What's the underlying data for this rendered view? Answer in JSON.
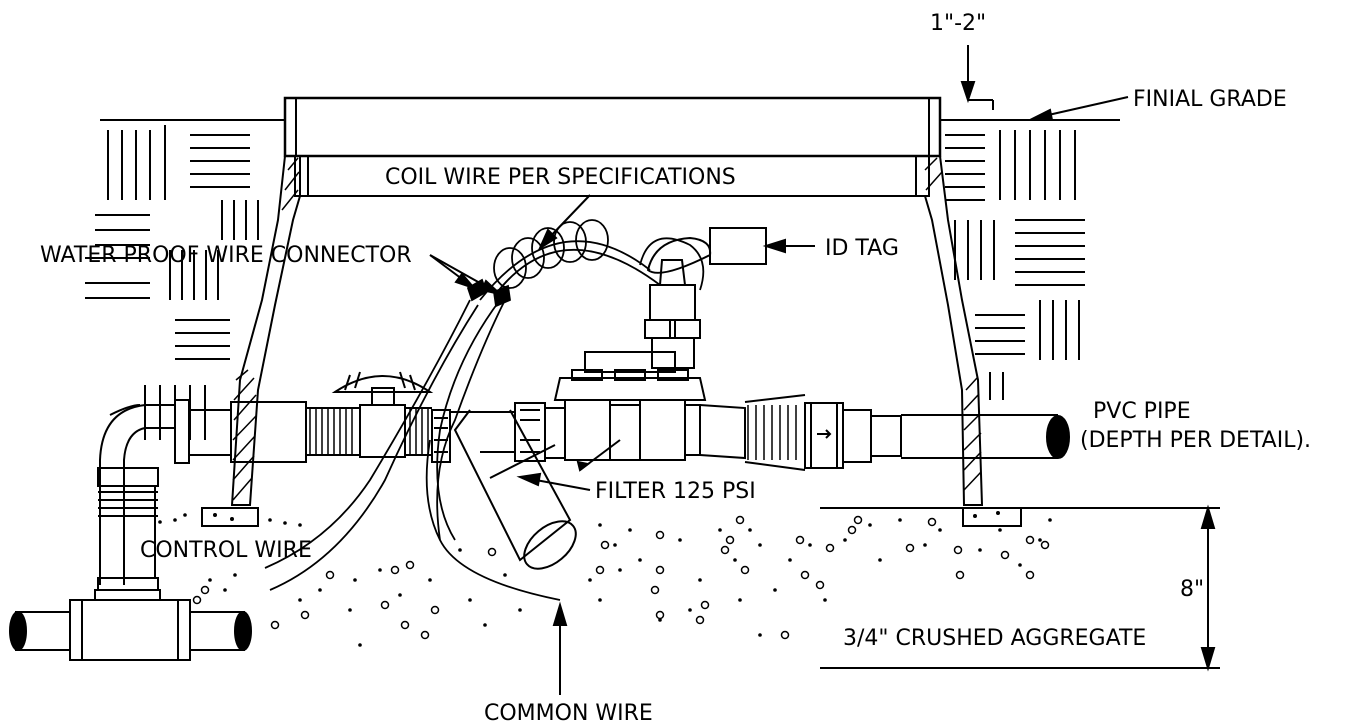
{
  "labels": {
    "dimension": "1\"-2\"",
    "finish_grade": "FINIAL GRADE",
    "coil_wire": "COIL WIRE PER SPECIFICATIONS",
    "connector": "WATER PROOF WIRE CONNECTOR",
    "id_tag": "ID TAG",
    "pvc_pipe_1": "PVC PIPE",
    "pvc_pipe_2": "(DEPTH PER DETAIL).",
    "filter": "FILTER 125 PSI",
    "control_wire": "CONTROL WIRE",
    "depth": "8\"",
    "aggregate": "3/4\" CRUSHED AGGREGATE",
    "common_wire": "COMMON WIRE"
  },
  "colors": {
    "line": "#000000",
    "background": "#ffffff"
  }
}
